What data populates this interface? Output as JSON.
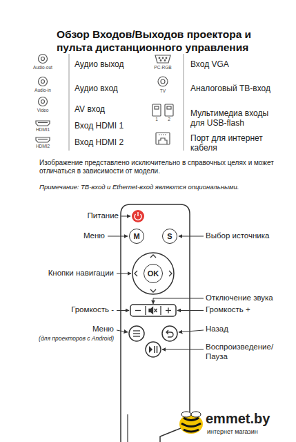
{
  "diagram": {
    "title": "Обзор Входов/Выходов проектора и пульта дистанционного управления",
    "nodes": [
      {
        "text": [
          "M"
        ]
      },
      {
        "text": [
          "S"
        ]
      },
      {
        "text": [
          "OK"
        ]
      }
    ],
    "labels": [
      "Audio-out",
      "Аудио выход",
      "PC-RGB",
      "Вход VGA",
      "Audio-in",
      "Аудио вход",
      "TV",
      "Аналоговый ТВ-вход",
      "Video",
      "AV вход",
      "1",
      "2",
      "Мультимедиа входы для USB-flash",
      "HDMI1",
      "Вход HDMI 1",
      "Порт для интернет кабеля",
      "HDMI2",
      "Вход HDMI 2",
      "Изображение представлено исключительно в справочных целях и может отличаться в зависимости от модели.",
      "Примечание: ТВ-вход и Ethernet-вход являются опциональными.",
      "Питание",
      "Меню",
      "Выбор источника",
      "Кнопки навигации",
      "Отключение звука",
      "Громкость -",
      "Громкость +",
      "Меню",
      "(для проекторов с Android)",
      "Назад",
      "Воспроизведение/ Пауза",
      "emmet.by",
      "интернет магазин"
    ]
  }
}
